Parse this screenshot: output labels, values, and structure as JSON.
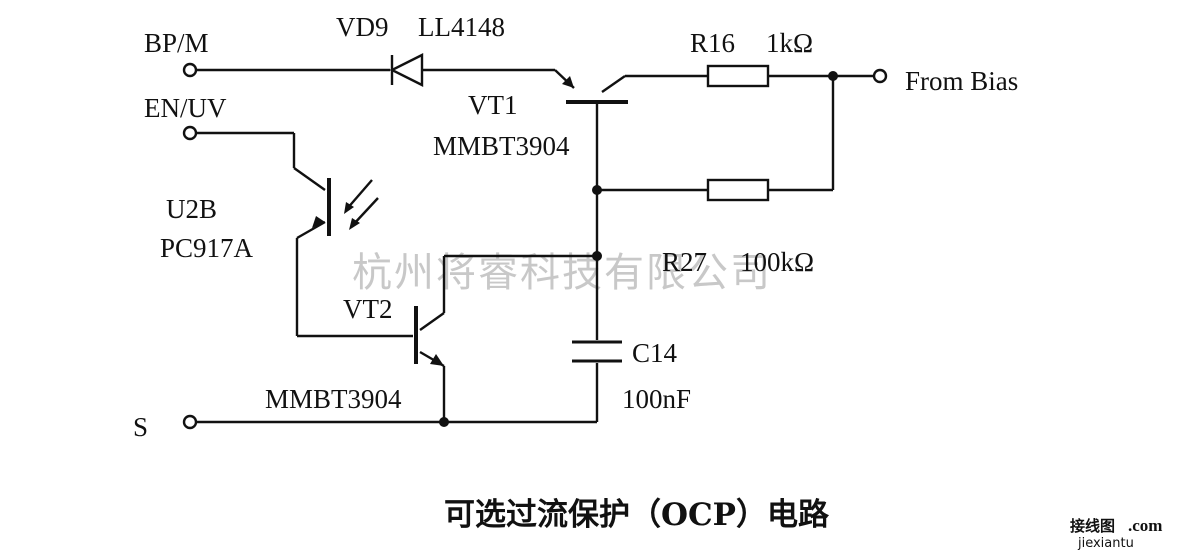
{
  "terminals": {
    "bp_m": "BP/M",
    "en_uv": "EN/UV",
    "s": "S",
    "from_bias": "From Bias"
  },
  "components": {
    "vd9": {
      "ref": "VD9",
      "part": "LL4148"
    },
    "r16": {
      "ref": "R16",
      "value": "1kΩ"
    },
    "vt1": {
      "ref": "VT1",
      "part": "MMBT3904"
    },
    "u2b": {
      "ref": "U2B",
      "part": "PC917A"
    },
    "r27": {
      "ref": "R27",
      "value": "100kΩ"
    },
    "vt2": {
      "ref": "VT2",
      "part": "MMBT3904"
    },
    "c14": {
      "ref": "C14",
      "value": "100nF"
    }
  },
  "caption": "可选过流保护（OCP）电路",
  "watermark": "杭州将睿科技有限公司",
  "logo": {
    "top": "接线图",
    "suffix": ".com",
    "bottom": "jiexiantu"
  }
}
